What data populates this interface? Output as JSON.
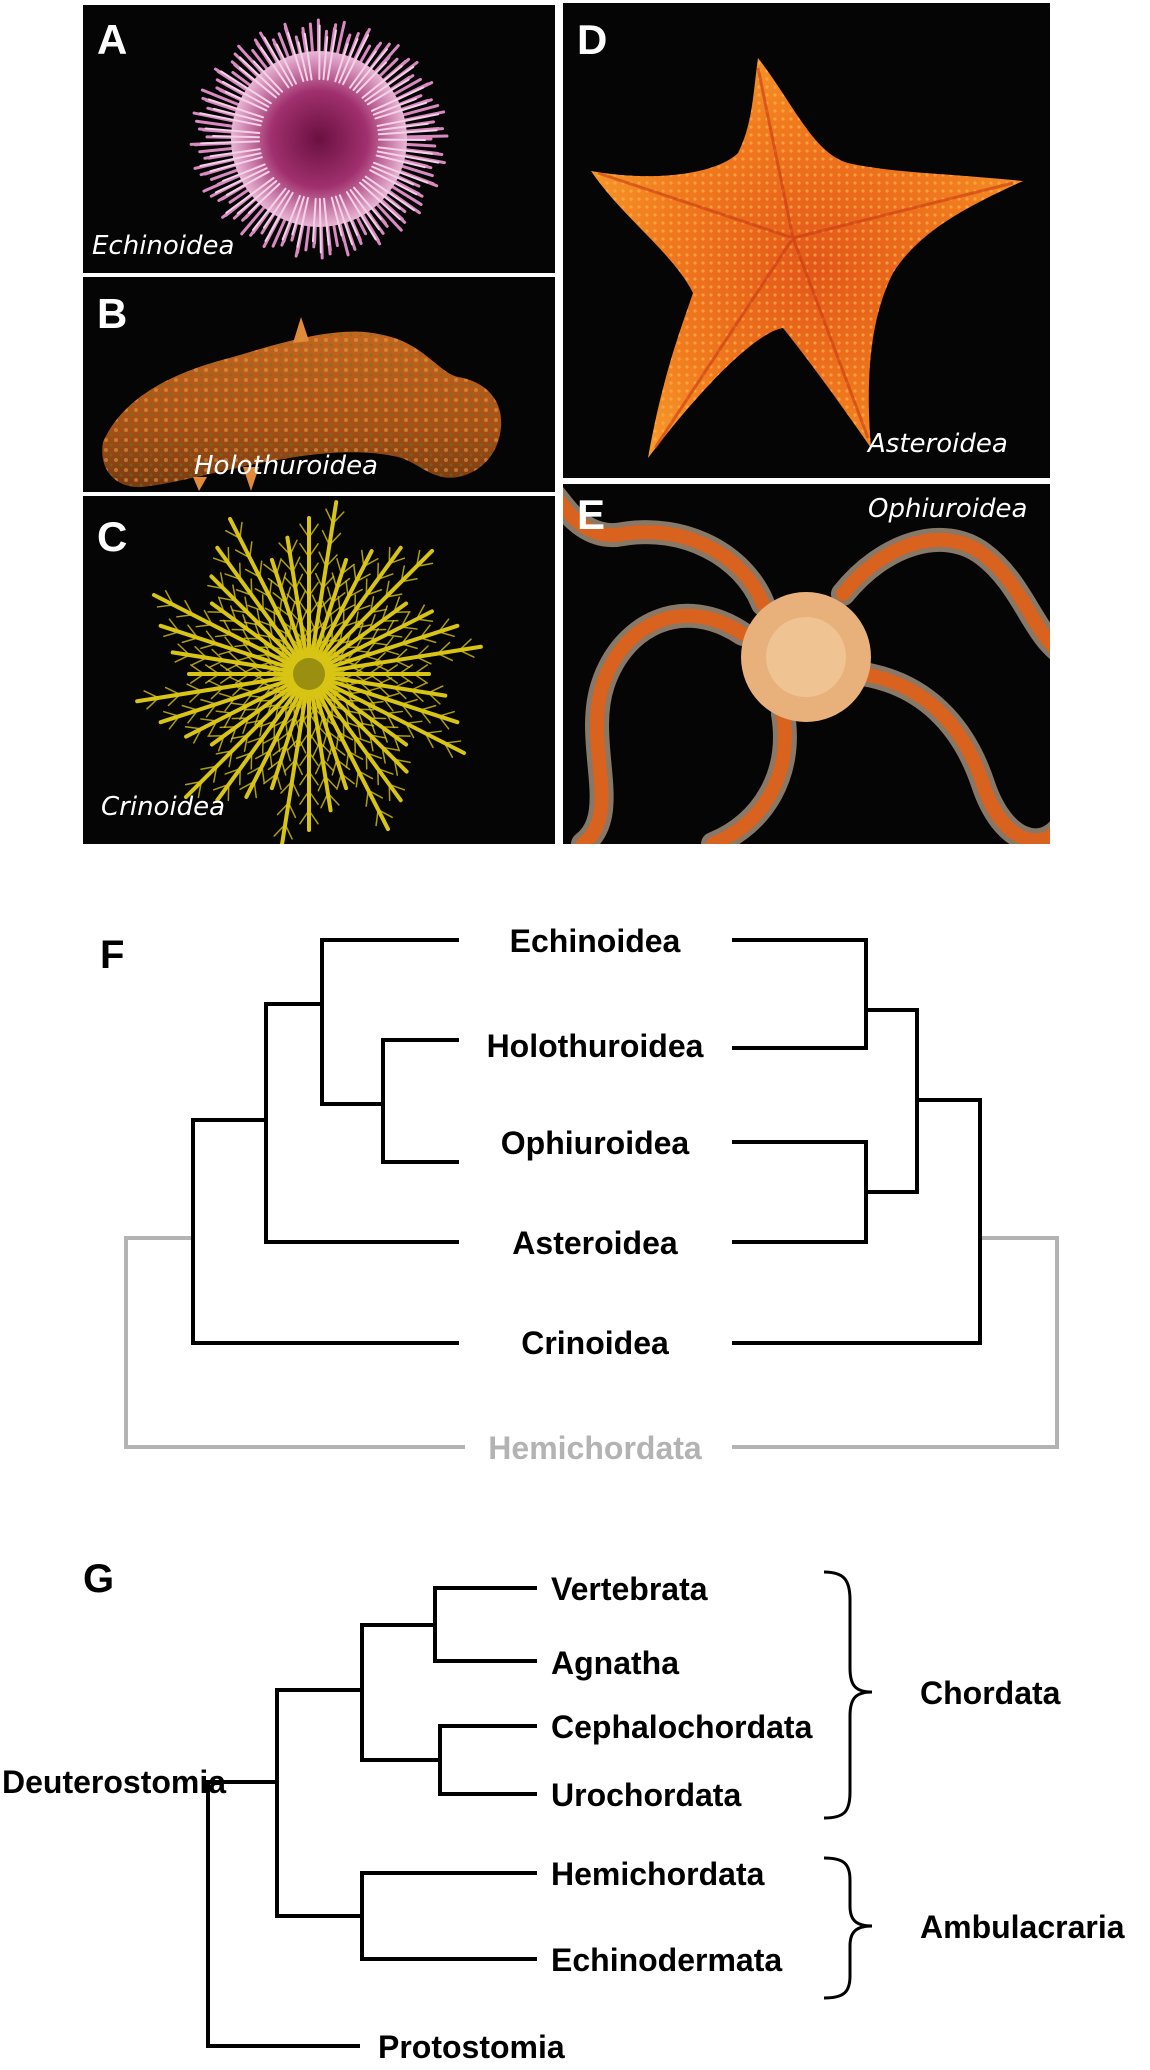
{
  "panels": {
    "a": {
      "letter": "A",
      "caption": "Echinoidea"
    },
    "b": {
      "letter": "B",
      "caption": "Holothuroidea"
    },
    "c": {
      "letter": "C",
      "caption": "Crinoidea"
    },
    "d": {
      "letter": "D",
      "caption": "Asteroidea"
    },
    "e": {
      "letter": "E",
      "caption": "Ophiuroidea"
    }
  },
  "tree_f": {
    "letter": "F",
    "taxa": [
      "Echinoidea",
      "Holothuroidea",
      "Ophiuroidea",
      "Asteroidea",
      "Crinoidea"
    ],
    "outgroup": "Hemichordata",
    "outgroup_color": "#b3b3b3",
    "line_color": "#000000"
  },
  "tree_g": {
    "letter": "G",
    "root": "Deuterostomia",
    "taxa": [
      "Vertebrata",
      "Agnatha",
      "Cephalochordata",
      "Urochordata",
      "Hemichordata",
      "Echinodermata",
      "Protostomia"
    ],
    "groups": [
      "Chordata",
      "Ambulacraria"
    ]
  }
}
